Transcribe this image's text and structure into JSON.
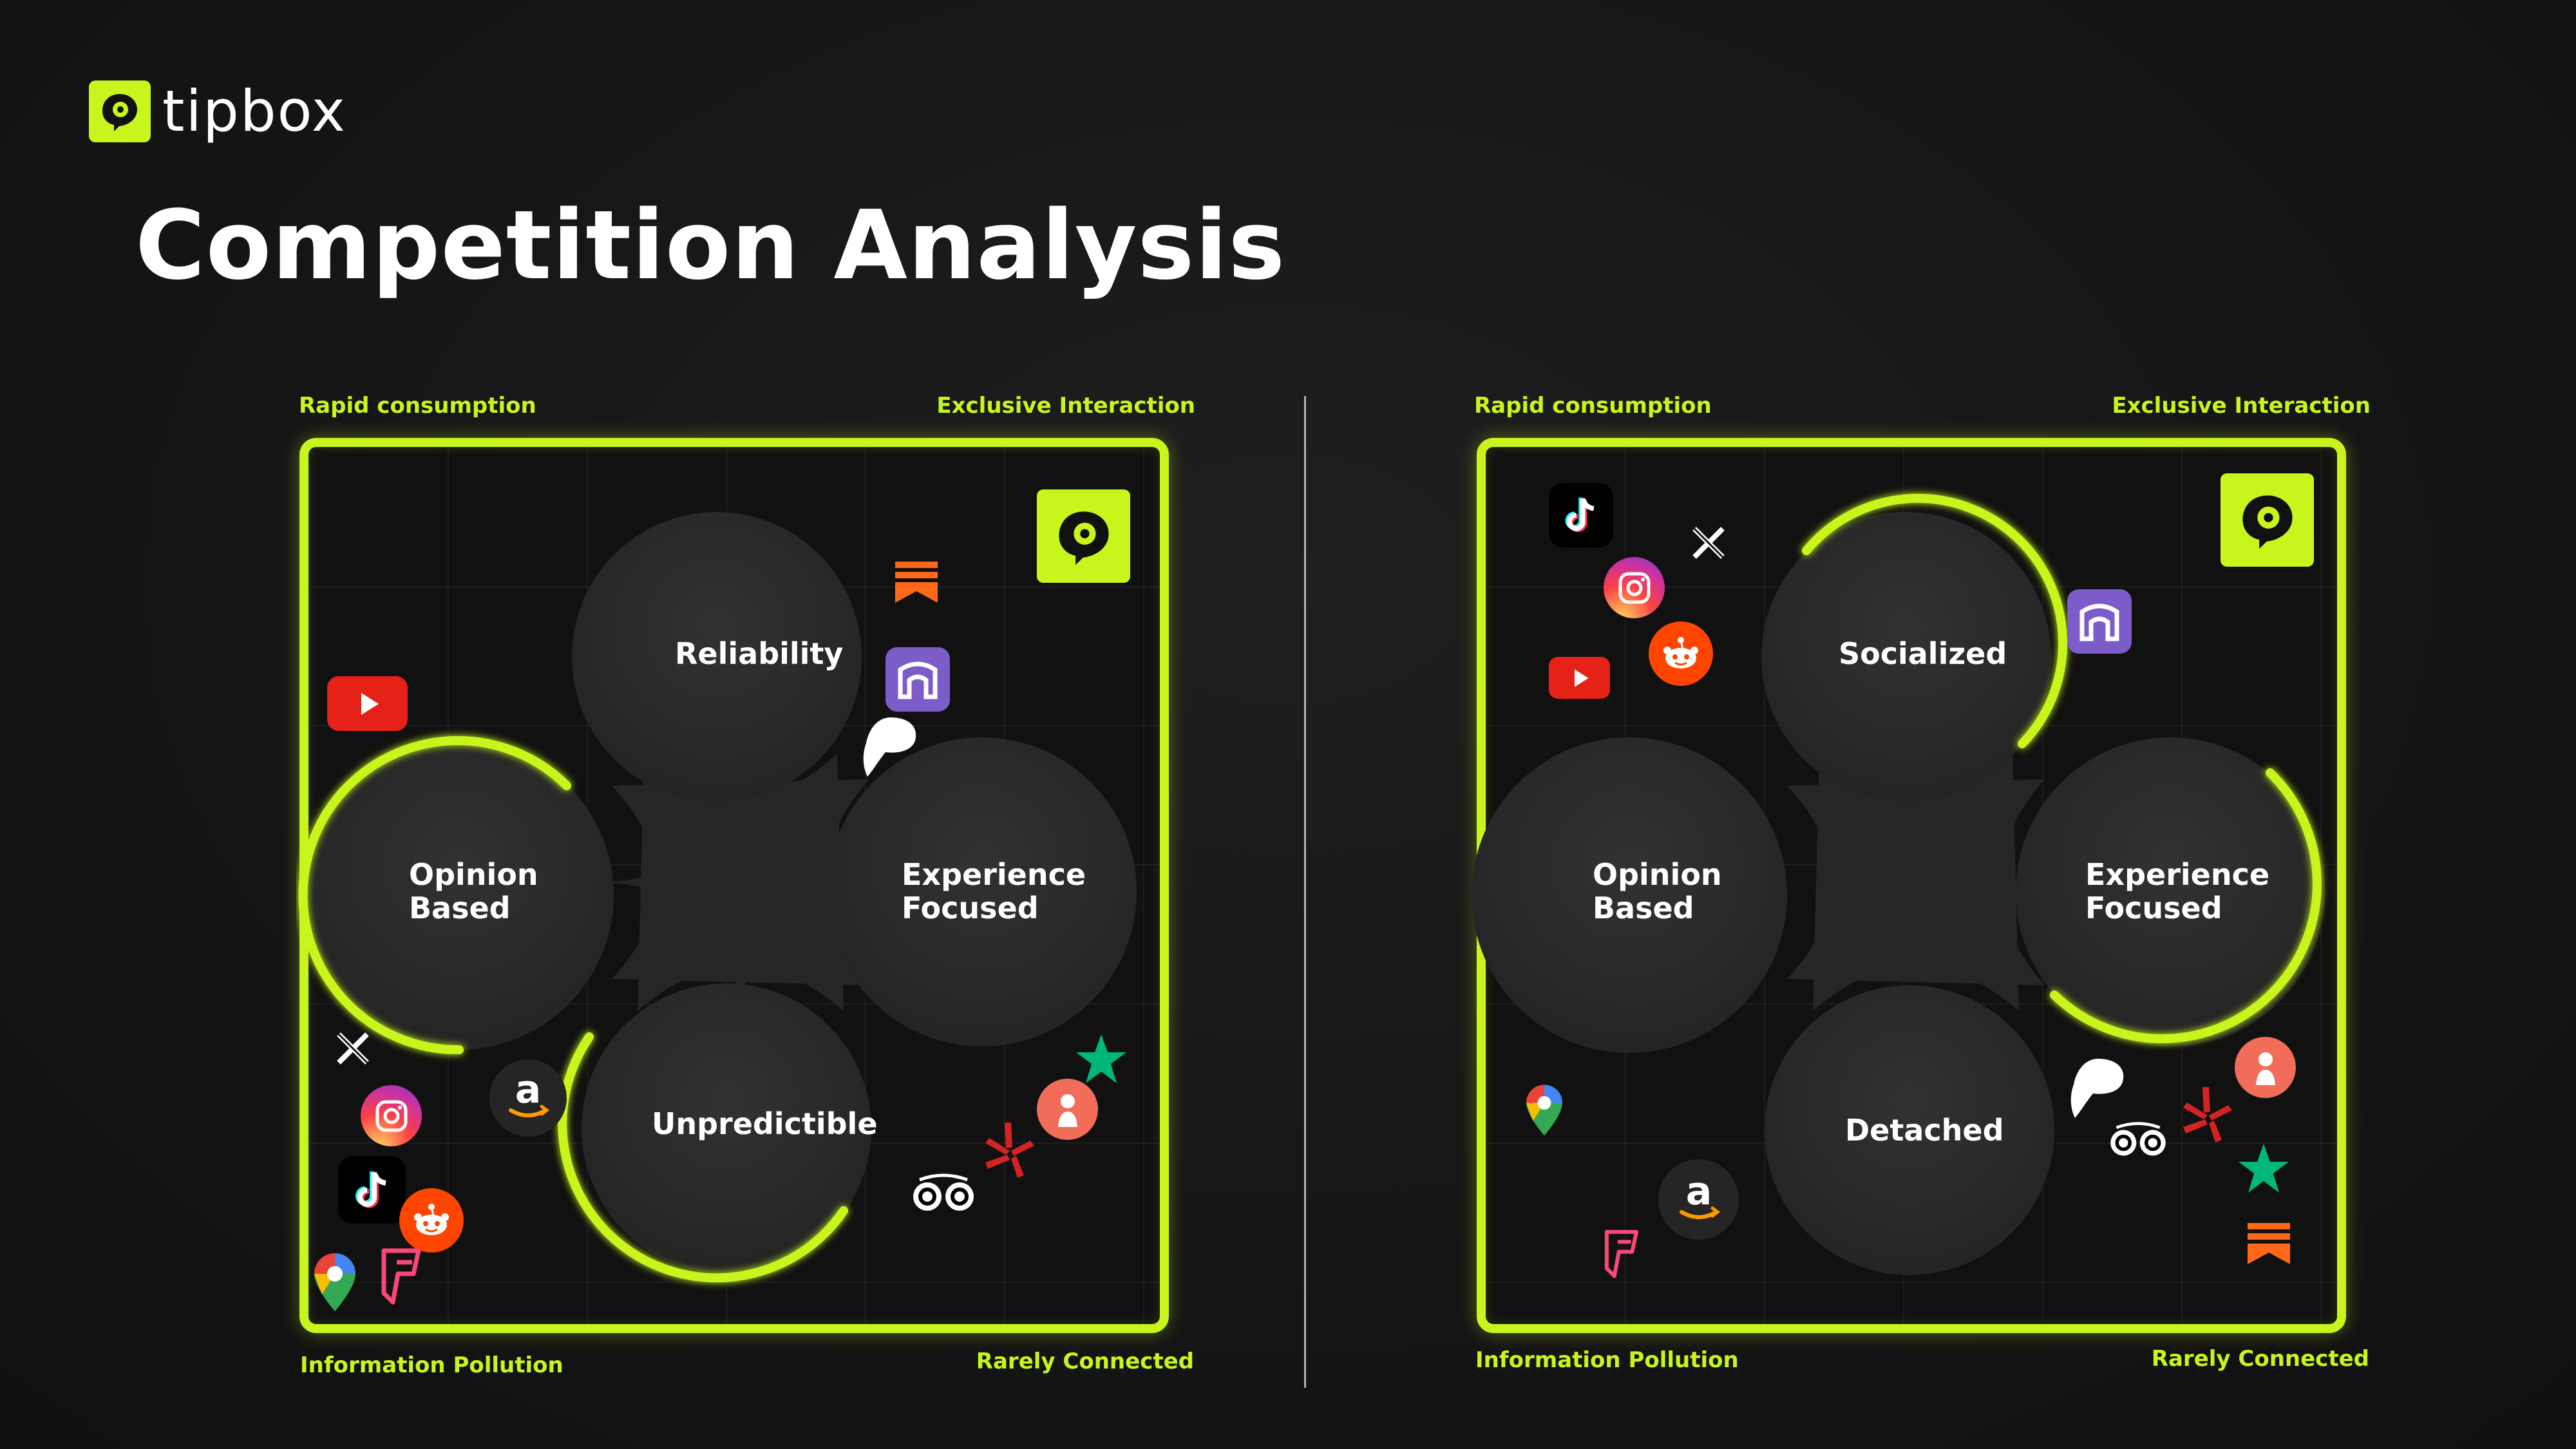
{
  "brand": {
    "name": "tipbox"
  },
  "page": {
    "title": "Competition Analysis"
  },
  "colors": {
    "accent": "#c8f51c",
    "background": "#151515",
    "lobe": "#2b2b2b"
  },
  "panels": [
    {
      "corners": {
        "top_left": "Rapid consumption",
        "top_right": "Exclusive Interaction",
        "bottom_left": "Information Pollution",
        "bottom_right": "Rarely Connected"
      },
      "lobes": {
        "top": "Reliability",
        "left": "Opinion\nBased",
        "right": "Experience\nFocused",
        "bottom": "Unpredictible"
      },
      "highlighted_lobes": [
        "left",
        "bottom"
      ],
      "icons": [
        "tipbox-icon",
        "substack-icon",
        "gate-icon",
        "bubble-icon",
        "youtube-icon",
        "x-icon",
        "instagram-icon",
        "amazon-icon",
        "tiktok-icon",
        "reddit-icon",
        "google-maps-icon",
        "foursquare-icon",
        "trustpilot-star-icon",
        "person-pin-icon",
        "yelp-icon",
        "tripadvisor-icon"
      ]
    },
    {
      "corners": {
        "top_left": "Rapid consumption",
        "top_right": "Exclusive Interaction",
        "bottom_left": "Information Pollution",
        "bottom_right": "Rarely Connected"
      },
      "lobes": {
        "top": "Socialized",
        "left": "Opinion\nBased",
        "right": "Experience\nFocused",
        "bottom": "Detached"
      },
      "highlighted_lobes": [
        "top",
        "right"
      ],
      "icons": [
        "tiktok-icon",
        "x-icon",
        "instagram-icon",
        "reddit-icon",
        "youtube-icon",
        "tipbox-icon",
        "gate-icon",
        "google-maps-icon",
        "amazon-icon",
        "foursquare-icon",
        "bubble-icon",
        "tripadvisor-icon",
        "yelp-icon",
        "person-pin-icon",
        "trustpilot-star-icon",
        "substack-icon"
      ]
    }
  ]
}
